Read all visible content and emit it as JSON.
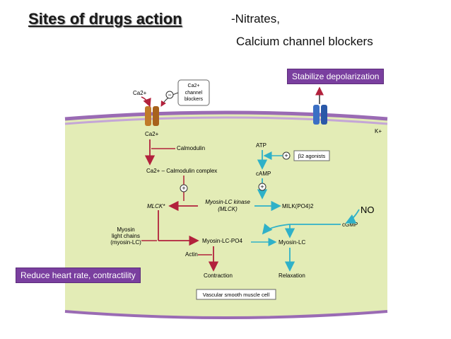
{
  "title": {
    "main": "Sites of drugs action",
    "sub_line1": "-Nitrates,",
    "sub_line2": "Calcium channel blockers"
  },
  "callouts": {
    "stabilize": "Stabilize depolarization",
    "reduce": "Reduce heart rate, contractility",
    "no": "NO"
  },
  "diagram": {
    "ca_outside": "Ca2+",
    "ca_blocker_line1": "Ca2+",
    "ca_blocker_line2": "channel",
    "ca_blocker_line3": "blockers",
    "ca_inside": "Ca2+",
    "k_label": "K+",
    "calmodulin": "Calmodulin",
    "ca_calmodulin_complex": "Ca2+ – Calmodulin complex",
    "atp": "ATP",
    "beta2_agonists": "β2 agonists",
    "camp": "cAMP",
    "mlck_star": "MLCK*",
    "myosin_lc_kinase": "Myosin-LC kinase",
    "mlck_paren": "(MLCK)",
    "milk_po4": "MILK(PO4)2",
    "cgmp": "cGMP",
    "myosin_line1": "Myosin",
    "myosin_line2": "light chains",
    "myosin_line3": "(myosin-LC)",
    "myosin_lc_po4": "Myosin-LC-PO4",
    "myosin_lc": "Myosin-LC",
    "actin": "Actin",
    "contraction": "Contraction",
    "relaxation": "Relaxation",
    "cell_label": "Vascular smooth muscle cell",
    "minus": "−",
    "plus": "+"
  },
  "colors": {
    "cell_fill": "#e3ecb6",
    "membrane": "#9a6bb4",
    "red_arrow": "#b2213c",
    "teal_arrow": "#2fb1c8",
    "callout_bg": "#7a3f9f"
  }
}
